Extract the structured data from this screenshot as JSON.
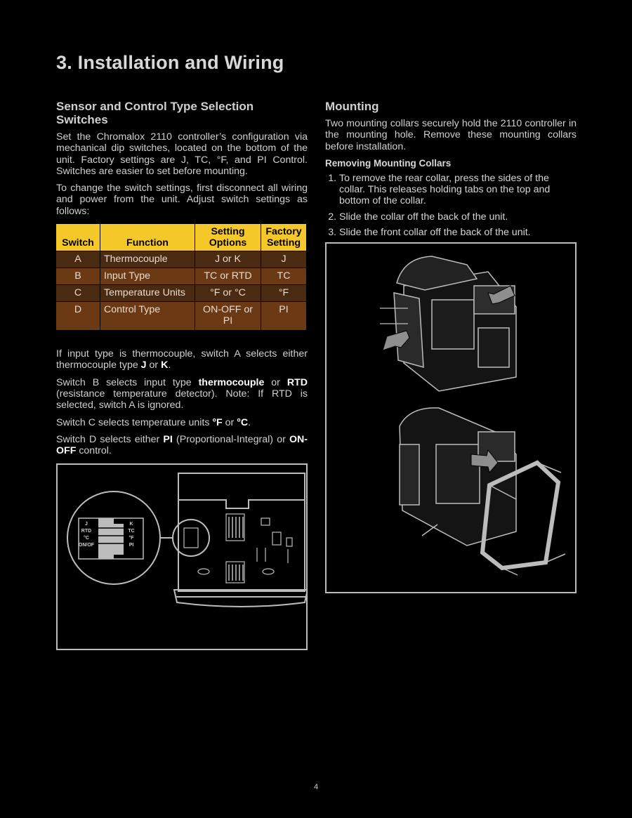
{
  "page_title": "3. Installation and Wiring",
  "left": {
    "heading": "Sensor and Control Type Selection Switches",
    "para1": "Set the Chromalox 2110 controller’s configuration via mechanical dip switches, located on the bottom of the unit. Factory settings are J, TC, °F, and PI Control. Switches are easier to set before mounting.",
    "para2": "To change the switch settings, first disconnect all wiring and power from the unit. Adjust switch settings as follows:",
    "table": {
      "headers": [
        "Switch",
        "Function",
        "Setting Options",
        "Factory Setting"
      ],
      "rows": [
        [
          "A",
          "Thermocouple",
          "J or K",
          "J"
        ],
        [
          "B",
          "Input Type",
          "TC or RTD",
          "TC"
        ],
        [
          "C",
          "Temperature Units",
          "°F or °C",
          "°F"
        ],
        [
          "D",
          "Control Type",
          "ON-OFF or PI",
          "PI"
        ]
      ]
    },
    "note_a": {
      "t1": "If input type is thermocouple, switch A selects either thermocouple type ",
      "b1": "J",
      "t2": " or ",
      "b2": "K",
      "t3": "."
    },
    "note_b": {
      "t1": "Switch B selects input type ",
      "b1": "thermocouple",
      "t2": " or ",
      "b2": "RTD",
      "t3": " (resistance temperature detector). Note: If RTD is selected, switch A is ignored."
    },
    "note_c": {
      "t1": "Switch C selects temperature units ",
      "b1": "°F",
      "t2": " or ",
      "b2": "°C",
      "t3": "."
    },
    "note_d": {
      "t1": "Switch D selects either ",
      "b1": "PI",
      "t2": " (Proportional-Integral) or ",
      "b2": "ON-OFF",
      "t3": " control."
    },
    "figure_labels_left": [
      "J",
      "RTD",
      "°C",
      "ON/OF"
    ],
    "figure_labels_right": [
      "K",
      "TC",
      "°F",
      "PI"
    ]
  },
  "right": {
    "heading": "Mounting",
    "para1": "Two mounting collars securely hold the 2110 controller in the mounting hole. Remove these mounting collars before installation.",
    "subheading": "Removing Mounting Collars",
    "steps": [
      "To remove the rear collar, press the sides of the collar. This releases holding tabs on the top and bottom of the collar.",
      "Slide the collar off the back of the unit.",
      "Slide the front collar off the back of the unit."
    ]
  },
  "page_number": "4"
}
